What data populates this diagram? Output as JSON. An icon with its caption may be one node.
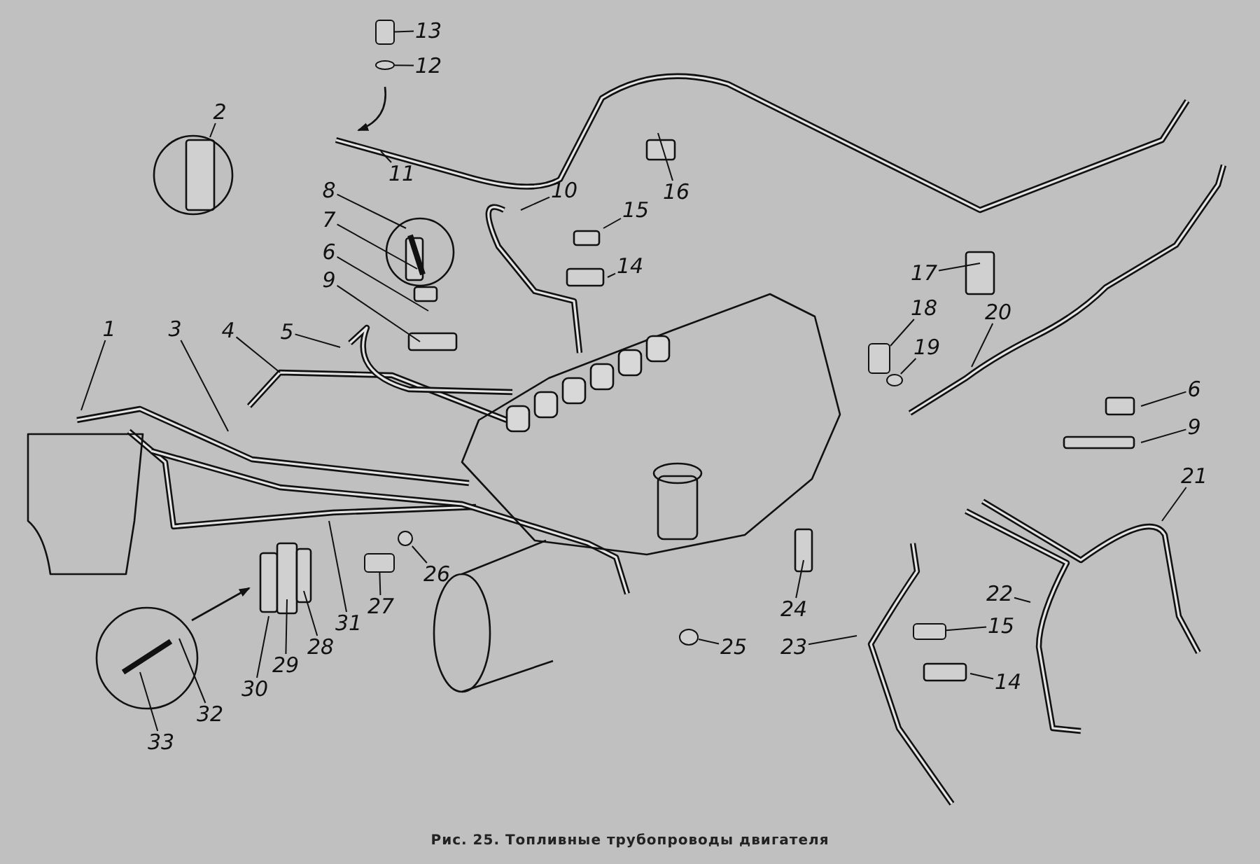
{
  "diagram": {
    "caption": "Рис. 25. Топливные трубопроводы двигателя",
    "nodes": [
      {
        "text": [
          "13"
        ]
      },
      {
        "text": [
          "12"
        ]
      },
      {
        "text": [
          "2"
        ]
      },
      {
        "text": [
          "11"
        ]
      },
      {
        "text": [
          "16"
        ]
      },
      {
        "text": [
          "10"
        ]
      },
      {
        "text": [
          "8"
        ]
      },
      {
        "text": [
          "7"
        ]
      },
      {
        "text": [
          "15"
        ]
      },
      {
        "text": [
          "6"
        ]
      },
      {
        "text": [
          "14"
        ]
      },
      {
        "text": [
          "9"
        ]
      },
      {
        "text": [
          "17"
        ]
      },
      {
        "text": [
          "1"
        ]
      },
      {
        "text": [
          "3"
        ]
      },
      {
        "text": [
          "4"
        ]
      },
      {
        "text": [
          "5"
        ]
      },
      {
        "text": [
          "18"
        ]
      },
      {
        "text": [
          "20"
        ]
      },
      {
        "text": [
          "19"
        ]
      },
      {
        "text": [
          "6"
        ]
      },
      {
        "text": [
          "9"
        ]
      },
      {
        "text": [
          "21"
        ]
      },
      {
        "text": [
          "26"
        ]
      },
      {
        "text": [
          "27"
        ]
      },
      {
        "text": [
          "24"
        ]
      },
      {
        "text": [
          "28"
        ]
      },
      {
        "text": [
          "31"
        ]
      },
      {
        "text": [
          "22"
        ]
      },
      {
        "text": [
          "23"
        ]
      },
      {
        "text": [
          "25"
        ]
      },
      {
        "text": [
          "15"
        ]
      },
      {
        "text": [
          "14"
        ]
      },
      {
        "text": [
          "30"
        ]
      },
      {
        "text": [
          "29"
        ]
      },
      {
        "text": [
          "32"
        ]
      },
      {
        "text": [
          "33"
        ]
      },
      {
        "text": [],
        "shape": "box"
      },
      {
        "text": [],
        "shape": "circle"
      },
      {
        "text": [],
        "shape": "circle"
      },
      {
        "text": [],
        "shape": "circle"
      },
      {
        "text": [],
        "shape": "box"
      },
      {
        "text": [],
        "shape": "box"
      },
      {
        "text": [],
        "shape": "circle"
      },
      {
        "text": [],
        "shape": "box"
      }
    ],
    "edges": [
      {
        "from": 0,
        "to": 37,
        "arrow": "none"
      },
      {
        "from": 1,
        "to": 38,
        "arrow": "none"
      },
      {
        "from": 2,
        "to": null,
        "arrow": "none"
      },
      {
        "from": 3,
        "to": null,
        "arrow": "none"
      },
      {
        "from": 4,
        "to": null,
        "arrow": "none"
      },
      {
        "from": 5,
        "to": null,
        "arrow": "none"
      },
      {
        "from": 6,
        "to": null,
        "arrow": "none"
      },
      {
        "from": 7,
        "to": null,
        "arrow": "none"
      },
      {
        "from": 8,
        "to": null,
        "arrow": "none"
      },
      {
        "from": 9,
        "to": null,
        "arrow": "none"
      },
      {
        "from": 10,
        "to": null,
        "arrow": "none"
      },
      {
        "from": 11,
        "to": null,
        "arrow": "none"
      },
      {
        "from": 12,
        "to": null,
        "arrow": "none"
      },
      {
        "from": 13,
        "to": null,
        "arrow": "none"
      },
      {
        "from": 14,
        "to": null,
        "arrow": "none"
      },
      {
        "from": 15,
        "to": null,
        "arrow": "none"
      },
      {
        "from": 16,
        "to": null,
        "arrow": "none"
      },
      {
        "from": 17,
        "to": 44,
        "arrow": "none"
      },
      {
        "from": 18,
        "to": null,
        "arrow": "none"
      },
      {
        "from": 19,
        "to": 43,
        "arrow": "none"
      },
      {
        "from": 20,
        "to": null,
        "arrow": "none"
      },
      {
        "from": 21,
        "to": null,
        "arrow": "none"
      },
      {
        "from": 22,
        "to": null,
        "arrow": "none"
      },
      {
        "from": 23,
        "to": 39,
        "arrow": "none"
      },
      {
        "from": 24,
        "to": 42,
        "arrow": "none"
      },
      {
        "from": 25,
        "to": null,
        "arrow": "none"
      },
      {
        "from": 26,
        "to": null,
        "arrow": "none"
      },
      {
        "from": 27,
        "to": null,
        "arrow": "none"
      },
      {
        "from": 28,
        "to": null,
        "arrow": "none"
      },
      {
        "from": 29,
        "to": null,
        "arrow": "none"
      },
      {
        "from": 30,
        "to": 40,
        "arrow": "none"
      },
      {
        "from": 31,
        "to": 41,
        "arrow": "none"
      },
      {
        "from": 32,
        "to": null,
        "arrow": "none"
      },
      {
        "from": 33,
        "to": null,
        "arrow": "none"
      },
      {
        "from": 34,
        "to": null,
        "arrow": "none"
      },
      {
        "from": 35,
        "to": null,
        "arrow": "none"
      },
      {
        "from": 36,
        "to": null,
        "arrow": "none"
      }
    ]
  }
}
